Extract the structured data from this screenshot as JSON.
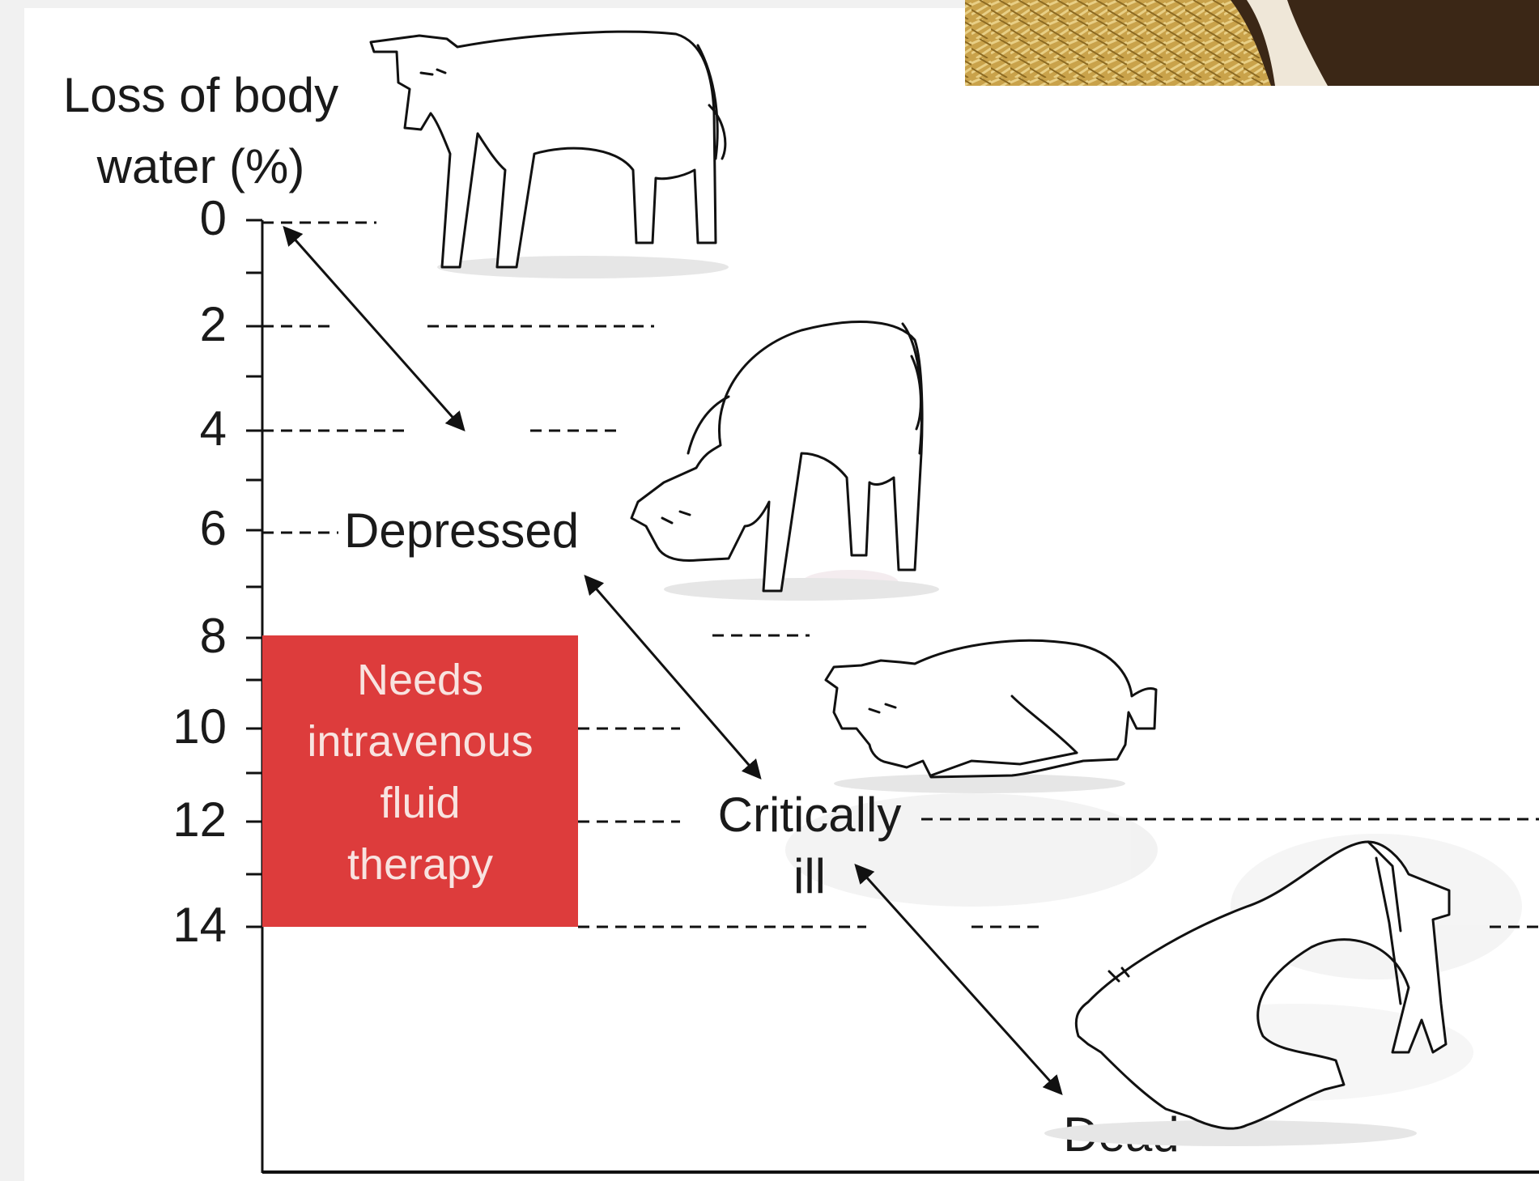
{
  "axis": {
    "title_line1": "Loss of body",
    "title_line2": "water (%)",
    "ticks": [
      "0",
      "2",
      "4",
      "6",
      "8",
      "10",
      "12",
      "14"
    ]
  },
  "stages": {
    "depressed": "Depressed",
    "critically_line1": "Critically",
    "critically_line2": "ill",
    "dead": "Dead"
  },
  "therapy": {
    "line1": "Needs",
    "line2": "intravenous",
    "line3": "fluid",
    "line4": "therapy",
    "color": "#dd3c3c"
  },
  "photo_colors": {
    "straw": "#b8943a",
    "dark": "#3b2716"
  }
}
